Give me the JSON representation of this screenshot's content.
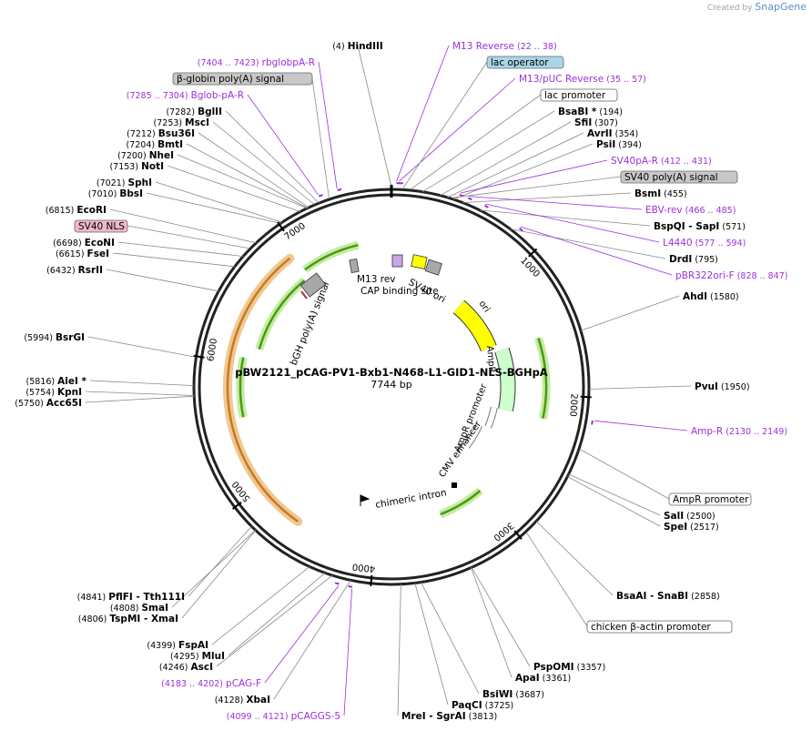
{
  "branding": {
    "prefix": "Created by",
    "name": "SnapGene"
  },
  "plasmid": {
    "name": "pBW2121_pCAG-PV1-Bxb1-N468-L1-GID1-NLS-BGHpA",
    "length_text": "7744 bp",
    "length": 7744
  },
  "colors": {
    "enzyme_text": "#000000",
    "primer": "#9b30d9",
    "leader": "#7f7f7f",
    "ori": "#ffff00",
    "ampr": "#ccffcc",
    "orange": "#ffbb66",
    "green": "#4a9a1a"
  },
  "enzymes": [
    {
      "name": "HindIII",
      "pos_text": "(4)",
      "bp": 4
    },
    {
      "name": "BsaBI *",
      "pos_text": "(194)",
      "bp": 194
    },
    {
      "name": "SfiI",
      "pos_text": "(307)",
      "bp": 307
    },
    {
      "name": "AvrII",
      "pos_text": "(354)",
      "bp": 354
    },
    {
      "name": "PsiI",
      "pos_text": "(394)",
      "bp": 394
    },
    {
      "name": "BsmI",
      "pos_text": "(455)",
      "bp": 455
    },
    {
      "name": "BspQI  - SapI",
      "pos_text": "(571)",
      "bp": 571
    },
    {
      "name": "DrdI",
      "pos_text": "(795)",
      "bp": 795
    },
    {
      "name": "AhdI",
      "pos_text": "(1580)",
      "bp": 1580
    },
    {
      "name": "PvuI",
      "pos_text": "(1950)",
      "bp": 1950
    },
    {
      "name": "SalI",
      "pos_text": "(2500)",
      "bp": 2500
    },
    {
      "name": "SpeI",
      "pos_text": "(2517)",
      "bp": 2517
    },
    {
      "name": "BsaAI  - SnaBI",
      "pos_text": "(2858)",
      "bp": 2858
    },
    {
      "name": "PspOMI",
      "pos_text": "(3357)",
      "bp": 3357
    },
    {
      "name": "ApaI",
      "pos_text": "(3361)",
      "bp": 3361
    },
    {
      "name": "BsiWI",
      "pos_text": "(3687)",
      "bp": 3687
    },
    {
      "name": "PaqCI",
      "pos_text": "(3725)",
      "bp": 3725
    },
    {
      "name": "MreI  - SgrAI",
      "pos_text": "(3813)",
      "bp": 3813
    },
    {
      "name": "XbaI",
      "pos_text": "(4128)",
      "bp": 4128
    },
    {
      "name": "AscI",
      "pos_text": "(4246)",
      "bp": 4246
    },
    {
      "name": "MluI",
      "pos_text": "(4295)",
      "bp": 4295
    },
    {
      "name": "FspAI",
      "pos_text": "(4399)",
      "bp": 4399
    },
    {
      "name": "TspMI  - XmaI",
      "pos_text": "(4806)",
      "bp": 4806
    },
    {
      "name": "SmaI",
      "pos_text": "(4808)",
      "bp": 4808
    },
    {
      "name": "PflFI  - Tth111I",
      "pos_text": "(4841)",
      "bp": 4841
    },
    {
      "name": "Acc65I",
      "pos_text": "(5750)",
      "bp": 5750
    },
    {
      "name": "KpnI",
      "pos_text": "(5754)",
      "bp": 5754
    },
    {
      "name": "AleI *",
      "pos_text": "(5816)",
      "bp": 5816
    },
    {
      "name": "BsrGI",
      "pos_text": "(5994)",
      "bp": 5994
    },
    {
      "name": "RsrII",
      "pos_text": "(6432)",
      "bp": 6432
    },
    {
      "name": "FseI",
      "pos_text": "(6615)",
      "bp": 6615
    },
    {
      "name": "EcoNI",
      "pos_text": "(6698)",
      "bp": 6698
    },
    {
      "name": "EcoRI",
      "pos_text": "(6815)",
      "bp": 6815
    },
    {
      "name": "BbsI",
      "pos_text": "(7010)",
      "bp": 7010
    },
    {
      "name": "SphI",
      "pos_text": "(7021)",
      "bp": 7021
    },
    {
      "name": "NotI",
      "pos_text": "(7153)",
      "bp": 7153
    },
    {
      "name": "NheI",
      "pos_text": "(7200)",
      "bp": 7200
    },
    {
      "name": "BmtI",
      "pos_text": "(7204)",
      "bp": 7204
    },
    {
      "name": "Bsu36I",
      "pos_text": "(7212)",
      "bp": 7212
    },
    {
      "name": "MscI",
      "pos_text": "(7253)",
      "bp": 7253
    },
    {
      "name": "BglII",
      "pos_text": "(7282)",
      "bp": 7282
    }
  ],
  "primers": [
    {
      "name": "M13 Reverse",
      "range": "(22 .. 38)",
      "bp": 30
    },
    {
      "name": "M13/pUC Reverse",
      "range": "(35 .. 57)",
      "bp": 46
    },
    {
      "name": "SV40pA-R",
      "range": "(412 .. 431)",
      "bp": 421
    },
    {
      "name": "EBV-rev",
      "range": "(466 .. 485)",
      "bp": 475
    },
    {
      "name": "L4440",
      "range": "(577 .. 594)",
      "bp": 585
    },
    {
      "name": "pBR322ori-F",
      "range": "(828 .. 847)",
      "bp": 837
    },
    {
      "name": "Amp-R",
      "range": "(2130 .. 2149)",
      "bp": 2140
    },
    {
      "name": "pCAGGS-5",
      "range": "(4099 .. 4121)",
      "bp": 4110
    },
    {
      "name": "pCAG-F",
      "range": "(4183 .. 4202)",
      "bp": 4192
    },
    {
      "name": "Bglob-pA-R",
      "range": "(7285 .. 7304)",
      "bp": 7295
    },
    {
      "name": "rbglobpA-R",
      "range": "(7404 .. 7423)",
      "bp": 7414
    }
  ],
  "boxed_features": [
    {
      "name": "lac operator",
      "style": "blue",
      "bp": 70
    },
    {
      "name": "lac promoter",
      "style": "white",
      "bp": 120
    },
    {
      "name": "SV40 poly(A) signal",
      "style": "gray",
      "bp": 380
    },
    {
      "name": "AmpR promoter",
      "style": "white",
      "bp": 2330
    },
    {
      "name": "chicken β-actin promoter",
      "style": "white",
      "bp": 2950
    },
    {
      "name": "SV40 NLS",
      "style": "pink",
      "bp": 6760
    },
    {
      "name": "β-globin poly(A) signal",
      "style": "gray",
      "bp": 7350
    }
  ],
  "ticks": [
    {
      "label": "1000",
      "bp": 1000
    },
    {
      "label": "2000",
      "bp": 2000
    },
    {
      "label": "3000",
      "bp": 3000
    },
    {
      "label": "4000",
      "bp": 4000
    },
    {
      "label": "5000",
      "bp": 5000
    },
    {
      "label": "6000",
      "bp": 6000
    },
    {
      "label": "7000",
      "bp": 7000
    }
  ],
  "inner_labels": {
    "m13_rev": "M13 rev",
    "cap": "CAP binding site",
    "sv40_ori": "SV40 ori",
    "ori": "ori",
    "ampr": "AmpR",
    "ampr_promoter": "AmpR promoter",
    "cmv": "CMV enhancer",
    "chimeric_intron": "chimeric intron",
    "bgh": "bGH poly(A) signal"
  }
}
